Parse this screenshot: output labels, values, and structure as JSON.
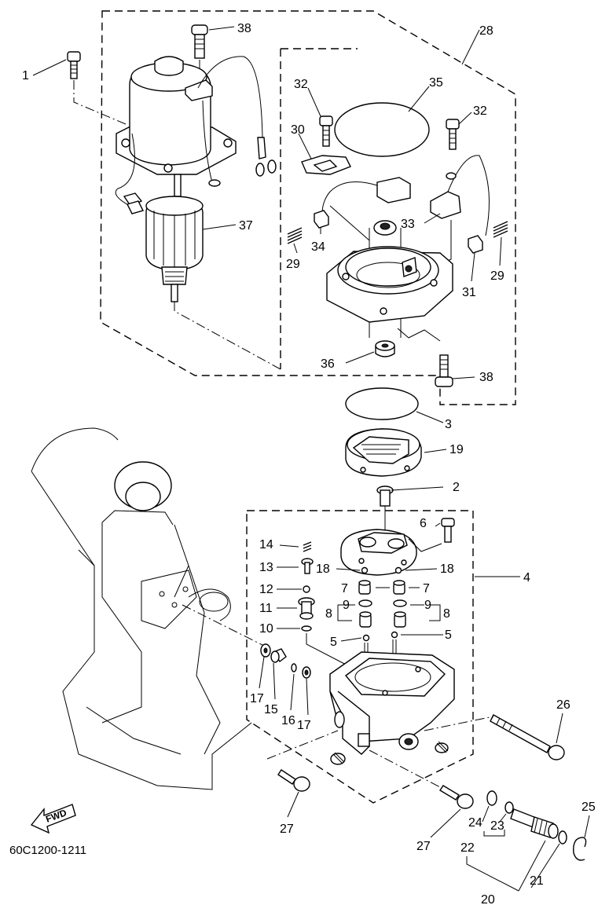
{
  "diagram": {
    "part_code": "60C1200-1211",
    "fwd_label": "FWD",
    "callouts": [
      {
        "id": "c1",
        "text": "1"
      },
      {
        "id": "c38a",
        "text": "38"
      },
      {
        "id": "c28",
        "text": "28"
      },
      {
        "id": "c32a",
        "text": "32"
      },
      {
        "id": "c35",
        "text": "35"
      },
      {
        "id": "c32b",
        "text": "32"
      },
      {
        "id": "c30",
        "text": "30"
      },
      {
        "id": "c37",
        "text": "37"
      },
      {
        "id": "c33",
        "text": "33"
      },
      {
        "id": "c34",
        "text": "34"
      },
      {
        "id": "c29a",
        "text": "29"
      },
      {
        "id": "c31",
        "text": "31"
      },
      {
        "id": "c29b",
        "text": "29"
      },
      {
        "id": "c36",
        "text": "36"
      },
      {
        "id": "c38b",
        "text": "38"
      },
      {
        "id": "c3",
        "text": "3"
      },
      {
        "id": "c19",
        "text": "19"
      },
      {
        "id": "c2",
        "text": "2"
      },
      {
        "id": "c6",
        "text": "6"
      },
      {
        "id": "c14",
        "text": "14"
      },
      {
        "id": "c13",
        "text": "13"
      },
      {
        "id": "c18a",
        "text": "18"
      },
      {
        "id": "c18b",
        "text": "18"
      },
      {
        "id": "c4",
        "text": "4"
      },
      {
        "id": "c12",
        "text": "12"
      },
      {
        "id": "c7a",
        "text": "7"
      },
      {
        "id": "c7b",
        "text": "7"
      },
      {
        "id": "c11",
        "text": "11"
      },
      {
        "id": "c9a",
        "text": "9"
      },
      {
        "id": "c9b",
        "text": "9"
      },
      {
        "id": "c8a",
        "text": "8"
      },
      {
        "id": "c8b",
        "text": "8"
      },
      {
        "id": "c10",
        "text": "10"
      },
      {
        "id": "c5a",
        "text": "5"
      },
      {
        "id": "c5b",
        "text": "5"
      },
      {
        "id": "c17a",
        "text": "17"
      },
      {
        "id": "c15",
        "text": "15"
      },
      {
        "id": "c16",
        "text": "16"
      },
      {
        "id": "c17b",
        "text": "17"
      },
      {
        "id": "c26",
        "text": "26"
      },
      {
        "id": "c27a",
        "text": "27"
      },
      {
        "id": "c27b",
        "text": "27"
      },
      {
        "id": "c24",
        "text": "24"
      },
      {
        "id": "c23",
        "text": "23"
      },
      {
        "id": "c25",
        "text": "25"
      },
      {
        "id": "c22",
        "text": "22"
      },
      {
        "id": "c21",
        "text": "21"
      },
      {
        "id": "c20",
        "text": "20"
      }
    ]
  }
}
